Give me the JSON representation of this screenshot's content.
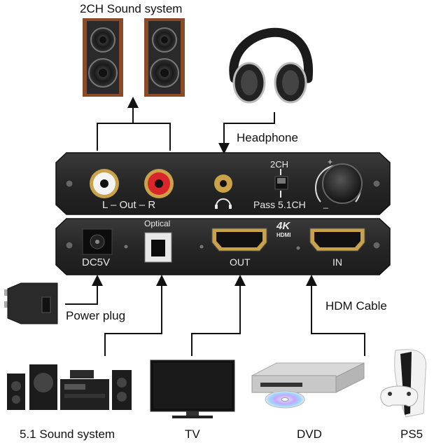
{
  "labels": {
    "top_title": "2CH Sound system",
    "headphone": "Headphone",
    "power_plug": "Power plug",
    "hdmi_cable": "HDM Cable",
    "sound_51": "5.1 Sound system",
    "tv": "TV",
    "dvd": "DVD",
    "ps5": "PS5"
  },
  "device": {
    "top_panel": {
      "lr_out": "L – Out – R",
      "switch_top": "2CH",
      "switch_bottom": "Pass  5.1CH",
      "volume_plus": "+",
      "volume_minus": "_"
    },
    "bottom_panel": {
      "dc": "DC5V",
      "optical": "Optical",
      "out": "OUT",
      "in": "IN",
      "logo_4k": "4K",
      "logo_hdmi": "HDMI"
    }
  },
  "colors": {
    "device_body": "#2b2b2b",
    "rca_white": "#f4f4f4",
    "rca_red": "#d8262a",
    "jack_gold": "#c9a24a",
    "speaker_wood": "#8a4b26"
  }
}
